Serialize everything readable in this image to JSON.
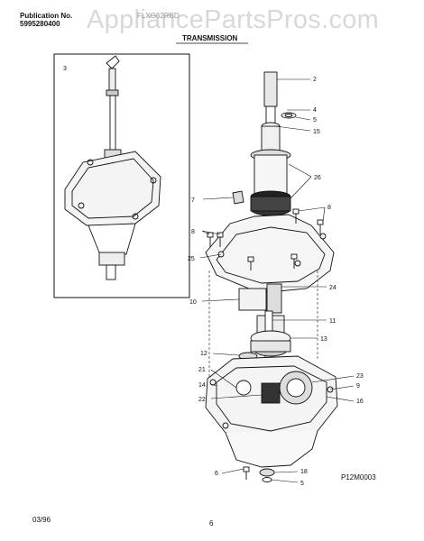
{
  "header": {
    "publication_label": "Publication No.",
    "publication_number": "5995280400",
    "model": "FLXG62RBD",
    "watermark": "AppliancePartsPros.com",
    "section_title": "TRANSMISSION"
  },
  "callouts": {
    "c2": "2",
    "c3": "3",
    "c4": "4",
    "c5a": "5",
    "c15": "15",
    "c26": "26",
    "c7": "7",
    "c8a": "8",
    "c8b": "8",
    "c25": "25",
    "c10": "10",
    "c24": "24",
    "c11": "11",
    "c13": "13",
    "c12": "12",
    "c21": "21",
    "c14": "14",
    "c22": "22",
    "c23": "23",
    "c9": "9",
    "c16": "16",
    "c6": "6",
    "c18": "18",
    "c5b": "5"
  },
  "figure_code": "P12M0003",
  "footer": {
    "date": "03/96",
    "page": "6"
  }
}
